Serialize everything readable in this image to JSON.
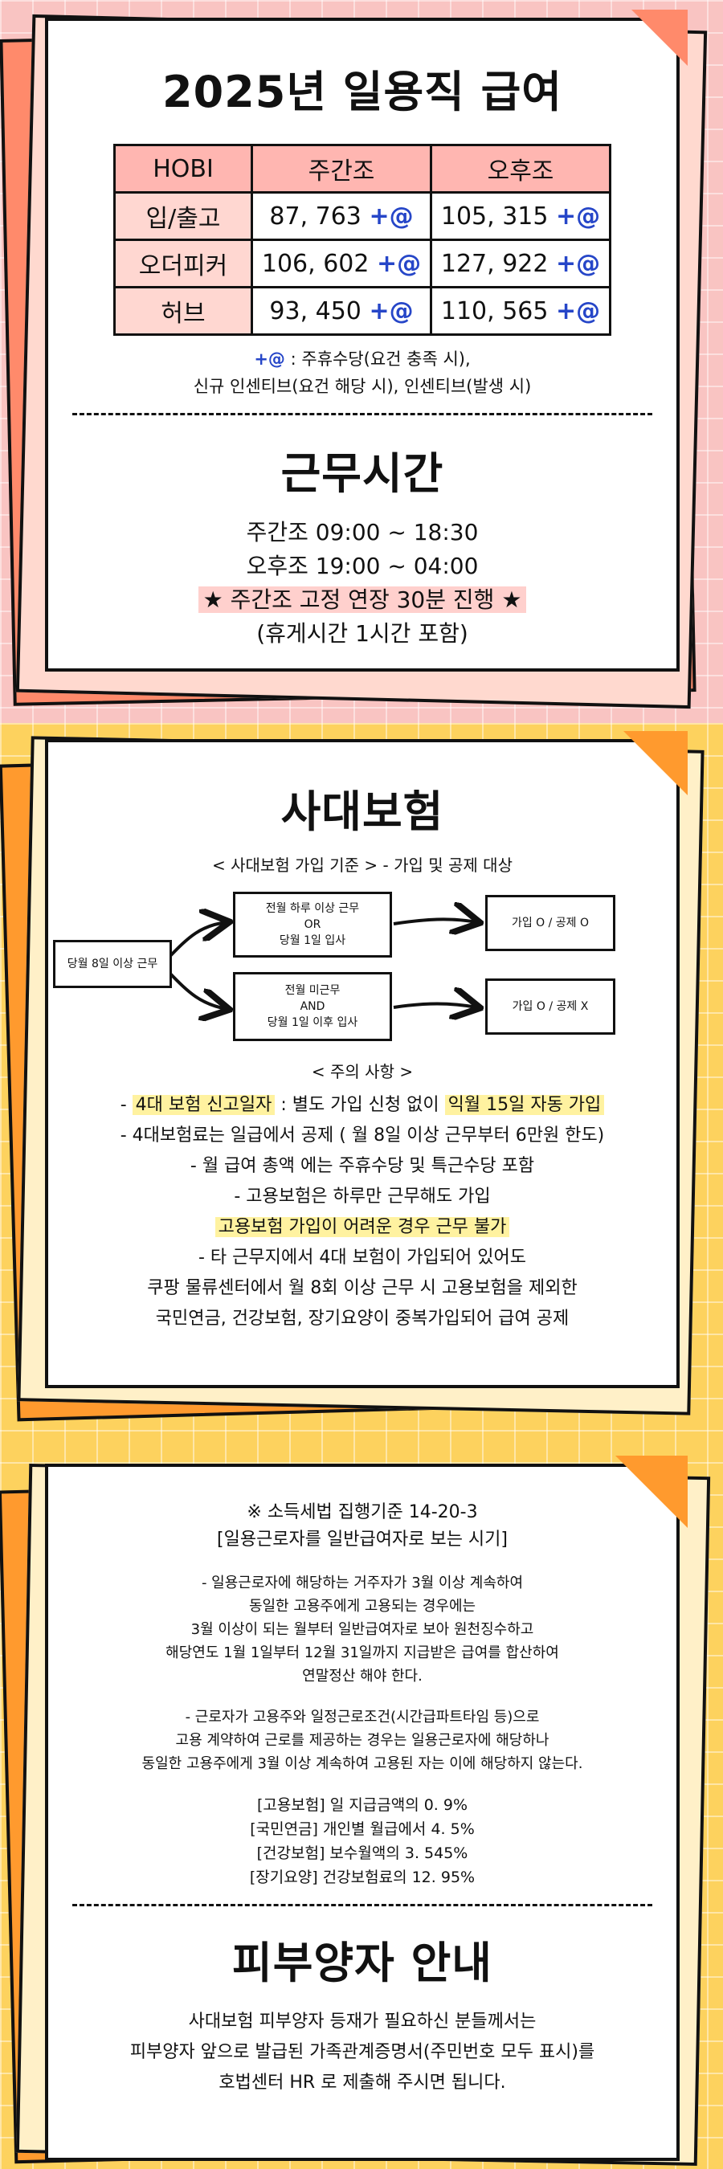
{
  "pay": {
    "title": "2025년 일용직 급여",
    "headers": [
      "HOBI",
      "주간조",
      "오후조"
    ],
    "rows": [
      {
        "name": "입/출고",
        "day": "87, 763",
        "night": "105, 315"
      },
      {
        "name": "오더피커",
        "day": "106, 602",
        "night": "127, 922"
      },
      {
        "name": "허브",
        "day": "93, 450",
        "night": "110, 565"
      }
    ],
    "plus_mark": "+@",
    "note_line1": ": 주휴수당(요건 충족 시),",
    "note_line2": "신규 인센티브(요건 해당 시), 인센티브(발생 시)"
  },
  "hours": {
    "title": "근무시간",
    "day_shift": "주간조 09:00 ~ 18:30",
    "night_shift": "오후조 19:00 ~ 04:00",
    "extension": "주간조 고정 연장 30분 진행",
    "break_note": "(휴게시간 1시간 포함)"
  },
  "insurance": {
    "title": "사대보험",
    "subtitle": "< 사대보험 가입 기준 > - 가입 및 공제 대상",
    "flow_start": "당월 8일 이상 근무",
    "flow_top_cond_1": "전월 하루 이상 근무",
    "flow_top_cond_2": "OR",
    "flow_top_cond_3": "당월 1일 입사",
    "flow_bottom_cond_1": "전월 미근무",
    "flow_bottom_cond_2": "AND",
    "flow_bottom_cond_3": "당월 1일 이후 입사",
    "flow_top_result": "가입 O / 공제 O",
    "flow_bottom_result": "가입 O / 공제 X",
    "caution_title": "< 주의 사항 >",
    "l1a": "- ",
    "l1b": "4대 보험 신고일자",
    "l1c": " : 별도 가입 신청 없이 ",
    "l1d": "익월 15일 자동 가입",
    "l2": "- 4대보험료는 일급에서 공제 ( 월 8일 이상 근무부터 6만원 한도)",
    "l3": "- 월 급여 총액 에는 주휴수당 및 특근수당 포함",
    "l4": "- 고용보험은 하루만 근무해도 가입",
    "l5": "고용보험 가입이 어려운 경우 근무 불가",
    "l6": "- 타 근무지에서 4대 보험이 가입되어 있어도",
    "l7": "쿠팡 물류센터에서 월 8회 이상 근무 시 고용보험을 제외한",
    "l8": "국민연금, 건강보험, 장기요양이 중복가입되어 급여 공제"
  },
  "tax": {
    "title1": "※ 소득세법 집행기준 14-20-3",
    "title2": "[일용근로자를 일반급여자로 보는 시기]",
    "p1": [
      "- 일용근로자에 해당하는 거주자가 3월 이상 계속하여",
      "동일한 고용주에게 고용되는 경우에는",
      "3월 이상이 되는 월부터 일반급여자로 보아 원천징수하고",
      "해당연도 1월 1일부터 12월 31일까지 지급받은 급여를 합산하여",
      "연말정산 해야 한다."
    ],
    "p2": [
      "- 근로자가 고용주와 일정근로조건(시간급파트타임 등)으로",
      "고용 계약하여 근로를 제공하는 경우는 일용근로자에 해당하나",
      "동일한 고용주에게 3월 이상 계속하여 고용된 자는 이에 해당하지 않는다."
    ],
    "rates": [
      "[고용보험] 일 지급금액의 0. 9%",
      "[국민연금] 개인별 월급에서 4. 5%",
      "[건강보험] 보수월액의 3. 545%",
      "[장기요양] 건강보험료의 12. 95%"
    ]
  },
  "dependents": {
    "title": "피부양자 안내",
    "lines": [
      "사대보험 피부양자 등재가 필요하신 분들께서는",
      "피부양자 앞으로 발급된 가족관계증명서(주민번호 모두 표시)를",
      "호법센터 HR 로 제출해 주시면 됩니다."
    ]
  },
  "colors": {
    "pink_bg": "#f9c4c2",
    "yellow_bg": "#fdd25e",
    "coral": "#ff8a6b",
    "orange": "#ff9a2e",
    "plus_blue": "#2646c8",
    "header_pink": "#ffb6b1"
  }
}
